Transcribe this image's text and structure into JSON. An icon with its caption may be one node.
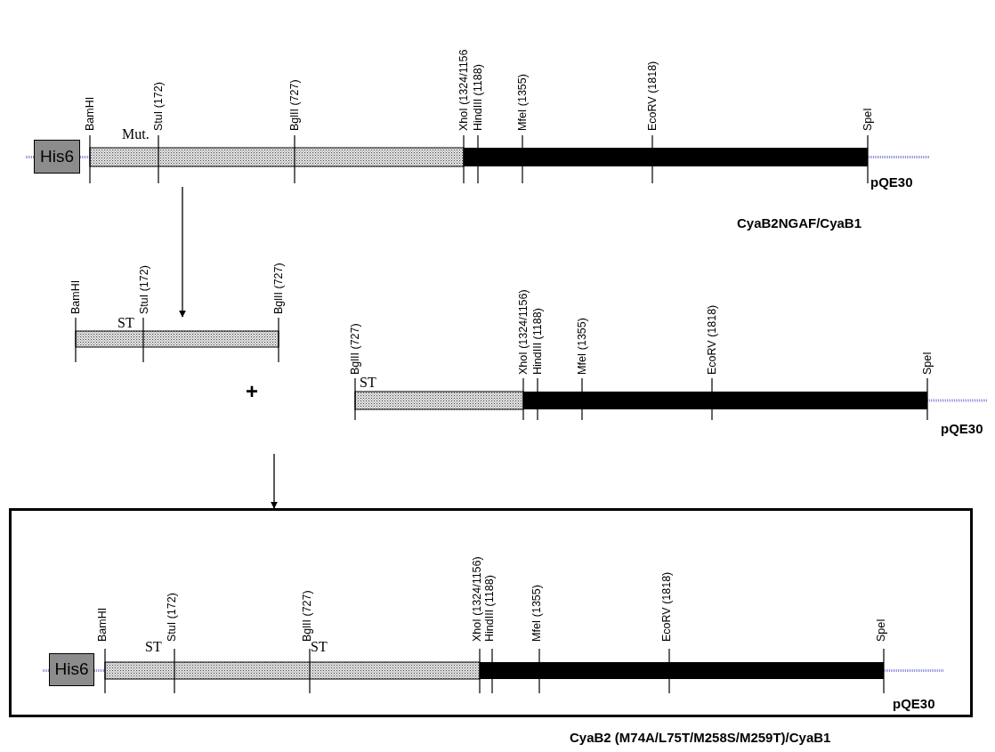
{
  "diagram": {
    "nodes": [
      {
        "text": [],
        "shape": "bar",
        "beside": [
          "CyaB2NGAF/CyaB1"
        ]
      },
      {
        "text": [
          "His6"
        ],
        "in": 0
      },
      {
        "text": [],
        "shape": "bar"
      },
      {
        "text": [],
        "shape": "bar"
      },
      {
        "text": [],
        "shape": "box",
        "beside": [
          "CyaB2 (M74A/L75T/M258S/M259T)/CyaB1"
        ]
      },
      {
        "text": [],
        "shape": "bar",
        "in": 4
      },
      {
        "text": [
          "His6"
        ],
        "in": 5
      }
    ],
    "edges": [
      {
        "from": 0,
        "to": 2,
        "arrow": "to"
      },
      {
        "from": null,
        "to": 4,
        "arrow": "to"
      }
    ],
    "labels": [
      "BamHI",
      "Mut.",
      "StuI (172)",
      "BglII (727)",
      "XhoI (1324/1156",
      "HindIII (1188)",
      "MfeI (1355)",
      "EcoRV (1818)",
      "SpeI",
      "pQE30",
      "BamHI",
      "ST",
      "StuI (172)",
      "BglII (727)",
      "+",
      "BglII (727)",
      "ST",
      "XhoI (1324/1156)",
      "HindIII (1188)",
      "MfeI (1355)",
      "EcoRV (1818)",
      "SpeI",
      "pQE30",
      "BamHI",
      "ST",
      "StuI (172)",
      "BglII (727)",
      "ST",
      "XhoI (1324/1156)",
      "HindIII (1188)",
      "MfeI (1355)",
      "EcoRV (1818)",
      "SpeI",
      "pQE30"
    ]
  }
}
